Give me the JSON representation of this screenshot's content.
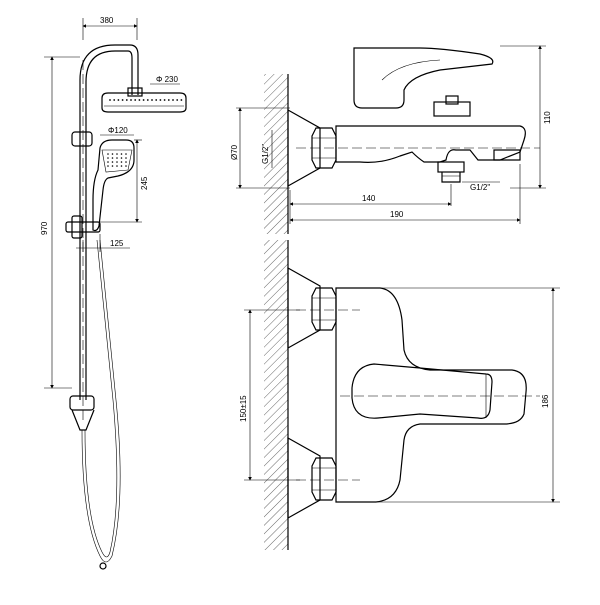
{
  "dims": {
    "head_offset": "380",
    "head_diameter": "Φ 230",
    "hand_diameter": "Φ120",
    "height_total": "970",
    "hand_height": "245",
    "holder_offset": "125",
    "body_diameter": "Ø70",
    "thread_left": "G1/2\"",
    "thread_bottom": "G1/2\"",
    "width_140": "140",
    "width_190": "190",
    "height_110": "110",
    "spacing": "150±15",
    "depth_186": "186"
  }
}
